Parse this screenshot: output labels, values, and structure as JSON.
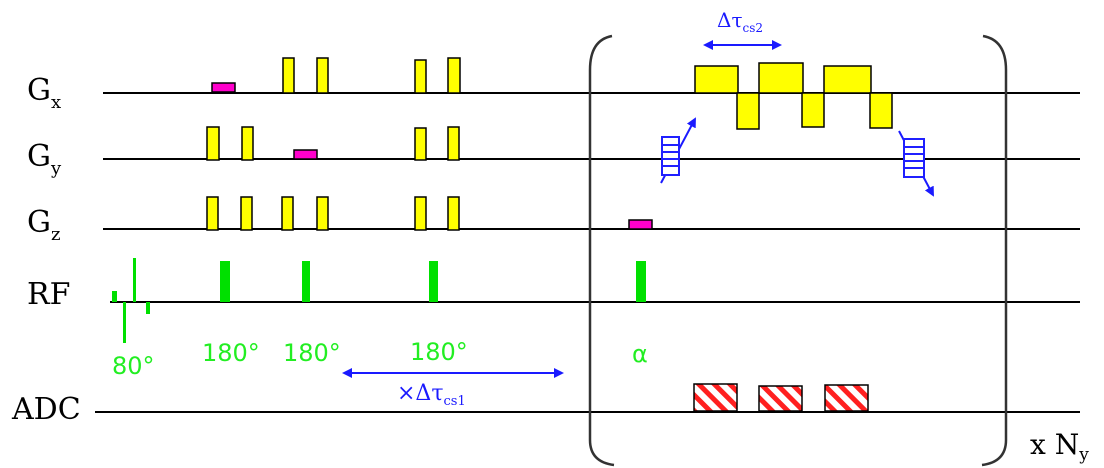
{
  "rows": [
    {
      "main": "G",
      "sub": "x"
    },
    {
      "main": "G",
      "sub": "y"
    },
    {
      "main": "G",
      "sub": "z"
    },
    {
      "main": "RF",
      "sub": ""
    },
    {
      "main": "ADC",
      "sub": ""
    }
  ],
  "rf_labels": {
    "excitation": "80°",
    "refocus_1": "180°",
    "refocus_2": "180°",
    "refocus_3": "180°",
    "alpha": "α"
  },
  "echo_spacing": {
    "cs1_prefix": "×Δτ",
    "cs1_sub": "cs1",
    "cs2_prefix": "Δτ",
    "cs2_sub": "cs2"
  },
  "repeat": {
    "prefix": "x N",
    "sub": "y"
  },
  "colors": {
    "gradient_fill": "#ffff00",
    "gradient_stroke": "#000000",
    "spoiler_fill": "#ff00cc",
    "rf": "#00e000",
    "rf_label": "#22ee22",
    "arrow": "#1a1aff",
    "phase_encode": "#2020ff",
    "adc_hatch": "#ff2020"
  }
}
